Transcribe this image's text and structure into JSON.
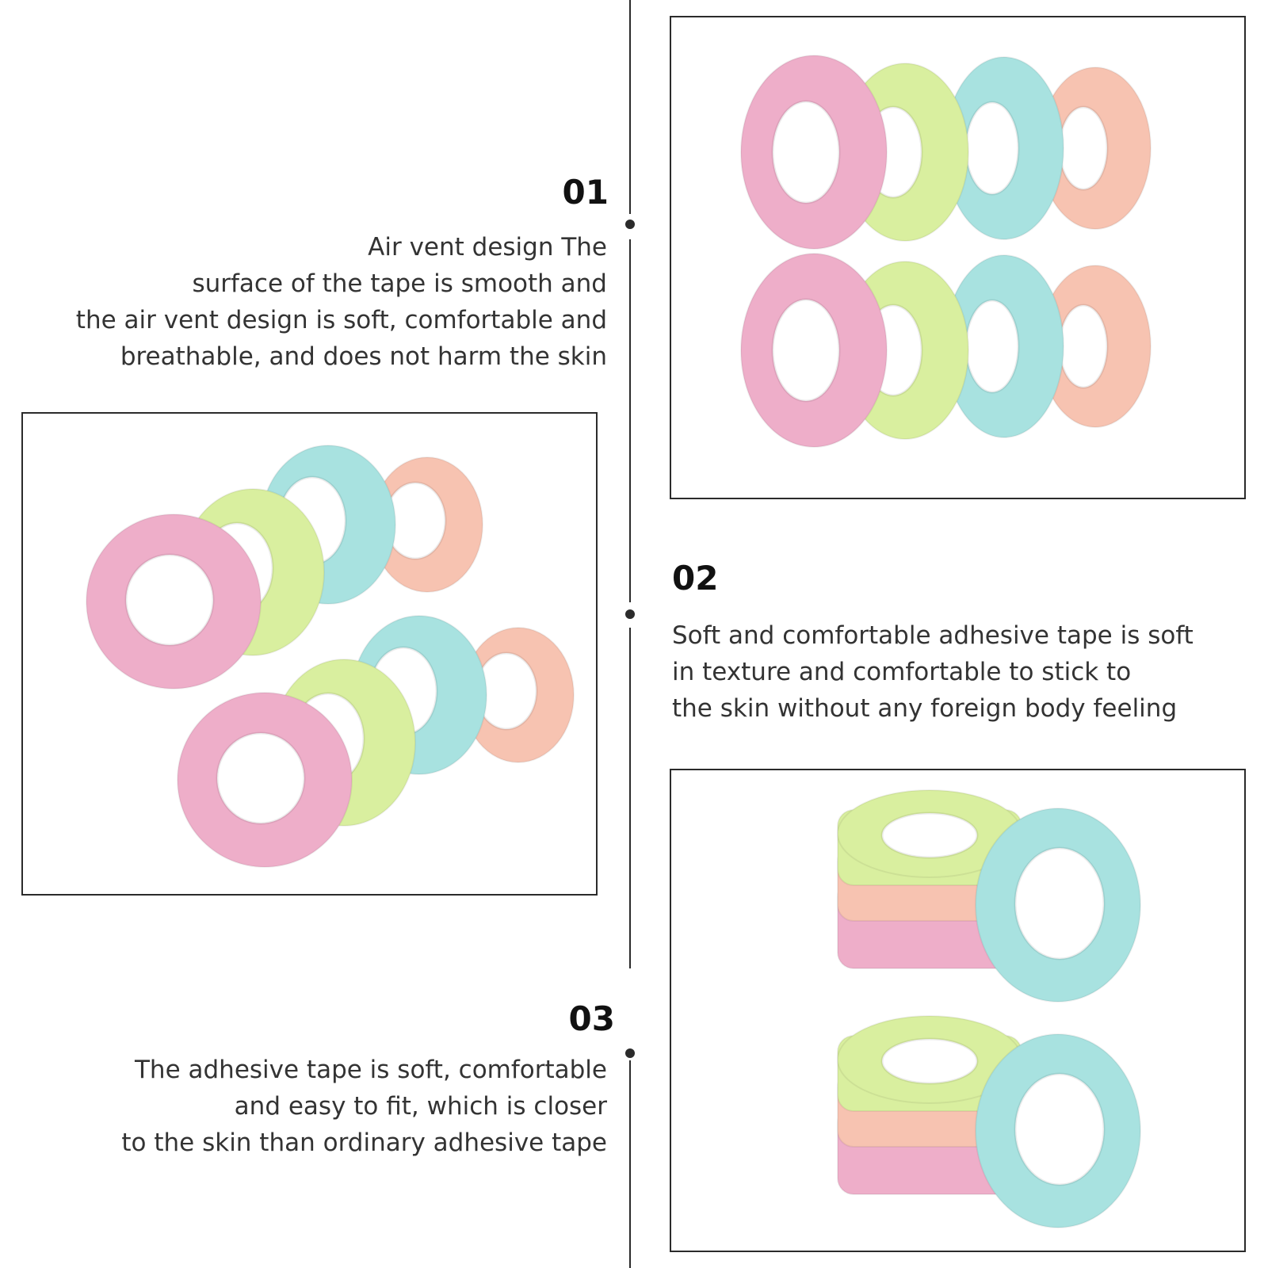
{
  "sections": [
    {
      "number": "01",
      "lines": [
        "Air vent design The",
        "surface of the tape is smooth and",
        "the air vent design is soft, comfortable and",
        "breathable, and does not harm the skin"
      ]
    },
    {
      "number": "02",
      "lines": [
        "Soft and comfortable adhesive tape is soft",
        "in texture and comfortable to stick to",
        "the skin without any foreign body feeling"
      ]
    },
    {
      "number": "03",
      "lines": [
        "The adhesive tape is soft, comfortable",
        "and easy to fit, which is closer",
        "to the skin than ordinary adhesive tape"
      ]
    }
  ],
  "tape_colors": {
    "pink": "#eeaec9",
    "green": "#d9ef9f",
    "blue": "#a8e2e0",
    "peach": "#f7c3b1",
    "core": "#ffffff"
  },
  "photos": [
    {
      "name": "photo-tape-rolls-upright",
      "description_icon": "tape-rolls-icon"
    },
    {
      "name": "photo-tape-rolls-angled",
      "description_icon": "tape-rolls-icon"
    },
    {
      "name": "photo-tape-rolls-stacked",
      "description_icon": "tape-rolls-icon"
    }
  ]
}
